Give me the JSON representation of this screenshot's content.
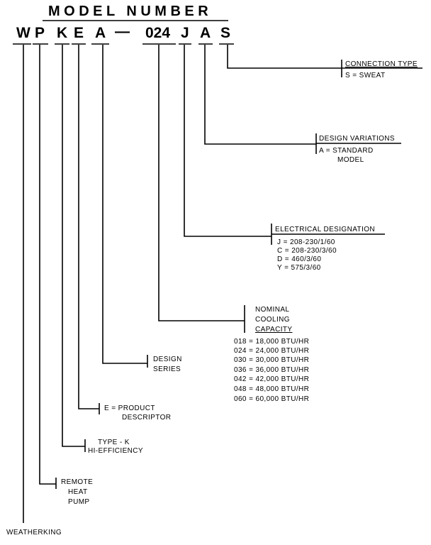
{
  "title": "MODEL NUMBER",
  "model_code": [
    "W",
    "P",
    "K",
    "E",
    "A",
    "—",
    "024",
    "J",
    "A",
    "S"
  ],
  "segments": {
    "weatherking": {
      "label": "WEATHERKING"
    },
    "remote_heat_pump": {
      "lines": [
        "REMOTE",
        "HEAT",
        "PUMP"
      ]
    },
    "type_k": {
      "lines": [
        "TYPE - K",
        "HI-EFFICIENCY"
      ]
    },
    "product_descriptor": {
      "lines": [
        "E = PRODUCT",
        "DESCRIPTOR"
      ]
    },
    "design_series": {
      "lines": [
        "DESIGN",
        "SERIES"
      ]
    },
    "nominal_cooling_capacity": {
      "lines": [
        "NOMINAL",
        "COOLING",
        "CAPACITY"
      ],
      "options": [
        "018 = 18,000 BTU/HR",
        "024 = 24,000 BTU/HR",
        "030 = 30,000 BTU/HR",
        "036 = 36,000 BTU/HR",
        "042 = 42,000 BTU/HR",
        "048 = 48,000 BTU/HR",
        "060 = 60,000 BTU/HR"
      ]
    },
    "electrical_designation": {
      "heading": "ELECTRICAL DESIGNATION",
      "options": [
        "J = 208-230/1/60",
        "C = 208-230/3/60",
        "D = 460/3/60",
        "Y = 575/3/60"
      ]
    },
    "design_variations": {
      "heading": "DESIGN VARIATIONS",
      "options": [
        "A = STANDARD",
        "MODEL"
      ]
    },
    "connection_type": {
      "heading": "CONNECTION TYPE",
      "options": [
        "S = SWEAT"
      ]
    }
  }
}
